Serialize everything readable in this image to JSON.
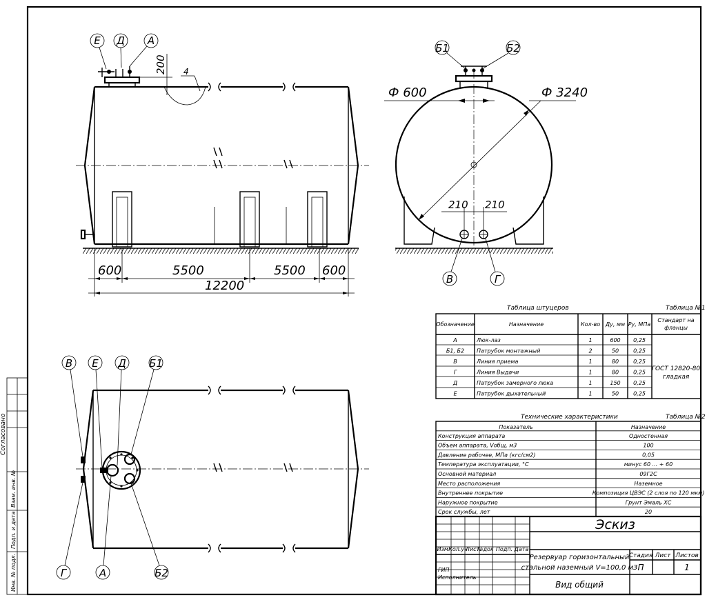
{
  "front_view": {
    "labels": [
      "Е",
      "Д",
      "А"
    ],
    "dim_top": "200",
    "dim_corner": "4",
    "dims_bottom": [
      "600",
      "5500",
      "5500",
      "600"
    ],
    "dim_total": "12200"
  },
  "side_view": {
    "labels_top": [
      "Б1",
      "Б2"
    ],
    "dim_hatch": "Ф 600",
    "dim_shell": "Ф 3240",
    "dims_bottom": [
      "210",
      "210"
    ],
    "labels_bottom": [
      "В",
      "Г"
    ]
  },
  "plan_view": {
    "labels_top": [
      "В",
      "Е",
      "Д",
      "Б1"
    ],
    "labels_bottom": [
      "Г",
      "А",
      "Б2"
    ]
  },
  "nozzle_table": {
    "caption": "Таблица штуцеров",
    "number": "Таблица №1",
    "headers": [
      "Обозначение",
      "Назначение",
      "Кол-во",
      "Ду, мм",
      "Ру, МПа",
      "Стандарт на фланцы"
    ],
    "rows": [
      [
        "А",
        "Люк-лаз",
        "1",
        "600",
        "0,25"
      ],
      [
        "Б1, Б2",
        "Патрубок монтажный",
        "2",
        "50",
        "0,25"
      ],
      [
        "В",
        "Линия приема",
        "1",
        "80",
        "0,25"
      ],
      [
        "Г",
        "Линия Выдачи",
        "1",
        "80",
        "0,25"
      ],
      [
        "Д",
        "Патрубок замерного люка",
        "1",
        "150",
        "0,25"
      ],
      [
        "Е",
        "Патрубок дыхательный",
        "1",
        "50",
        "0,25"
      ]
    ],
    "standard": [
      "ГОСТ 12820-80",
      "гладкая"
    ]
  },
  "tech_table": {
    "caption": "Технические характеристики",
    "number": "Таблица №2",
    "headers": [
      "Показатель",
      "Назначение"
    ],
    "rows": [
      [
        "Конструкция аппарата",
        "Одностенная"
      ],
      [
        "Объем аппарата, Vобщ, м3",
        "100"
      ],
      [
        "Давление рабочее, МПа (кгс/см2)",
        "0,05"
      ],
      [
        "Температура эксплуатации, °С",
        "минус 60 ... + 60"
      ],
      [
        "Основной материал",
        "09Г2С"
      ],
      [
        "Место расположения",
        "Наземное"
      ],
      [
        "Внутреннее покрытие",
        "Композиция ЦВЭС (2 слоя по 120 мкм)"
      ],
      [
        "Наружное покрытие",
        "Грунт Эмаль ХС"
      ],
      [
        "Срок службы, лет",
        "20"
      ]
    ]
  },
  "title_block": {
    "designation": "Эскиз",
    "columns": [
      "Изм.",
      "Кол.уч",
      "Лист",
      "№док",
      "Подп.",
      "Дата"
    ],
    "roles": [
      "ГИП",
      "Исполнитель"
    ],
    "title_lines": [
      "Резервуар горизонтальный",
      "стальной наземный V=100,0 м3"
    ],
    "sheet_headers": [
      "Стадия",
      "Лист",
      "Листов"
    ],
    "sheet_values": [
      "П",
      "",
      "1"
    ],
    "sheet_title": "Вид общий"
  },
  "side_stamp": {
    "items": [
      "Согласовано",
      "Инв. № подл.",
      "Подп. и дата",
      "Взам. инв. №"
    ]
  }
}
